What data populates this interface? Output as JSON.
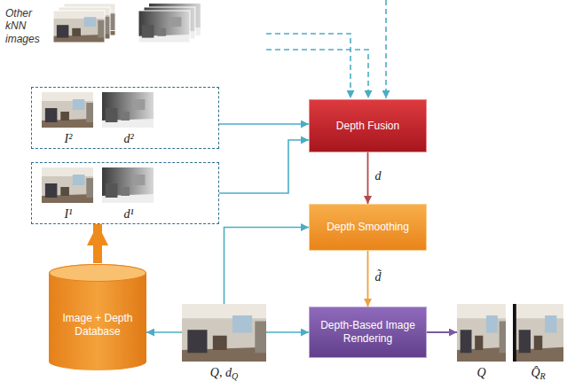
{
  "diagram": {
    "nodes": [
      {
        "text": [
          "I²",
          "d²"
        ]
      },
      {
        "text": [
          "Depth Fusion"
        ]
      },
      {
        "text": [
          "I¹",
          "d¹"
        ]
      },
      {
        "text": [
          "Depth Smoothing"
        ]
      },
      {
        "text": [
          "Image + Depth Database"
        ]
      },
      {
        "text": [
          "Q, d",
          "Q"
        ]
      },
      {
        "text": [
          "Depth-Based Image Rendering"
        ]
      },
      {
        "text": [
          "Q",
          "Q̂",
          "R"
        ]
      }
    ],
    "edges": [
      {
        "from": 0,
        "to": 1,
        "arrow": "to"
      },
      {
        "from": 2,
        "to": 1,
        "arrow": "to"
      },
      {
        "from": 1,
        "to": 3,
        "label": "d",
        "arrow": "to"
      },
      {
        "from": 3,
        "to": 6,
        "label": "d̃",
        "arrow": "to"
      },
      {
        "from": 5,
        "to": 3,
        "arrow": "to"
      },
      {
        "from": 5,
        "to": 6,
        "arrow": "to"
      },
      {
        "from": 5,
        "to": 4,
        "arrow": "to"
      },
      {
        "from": 4,
        "to": 2,
        "arrow": "to"
      },
      {
        "from": 6,
        "to": 7,
        "arrow": "to"
      }
    ],
    "labels": [
      "Other kNN images"
    ]
  }
}
